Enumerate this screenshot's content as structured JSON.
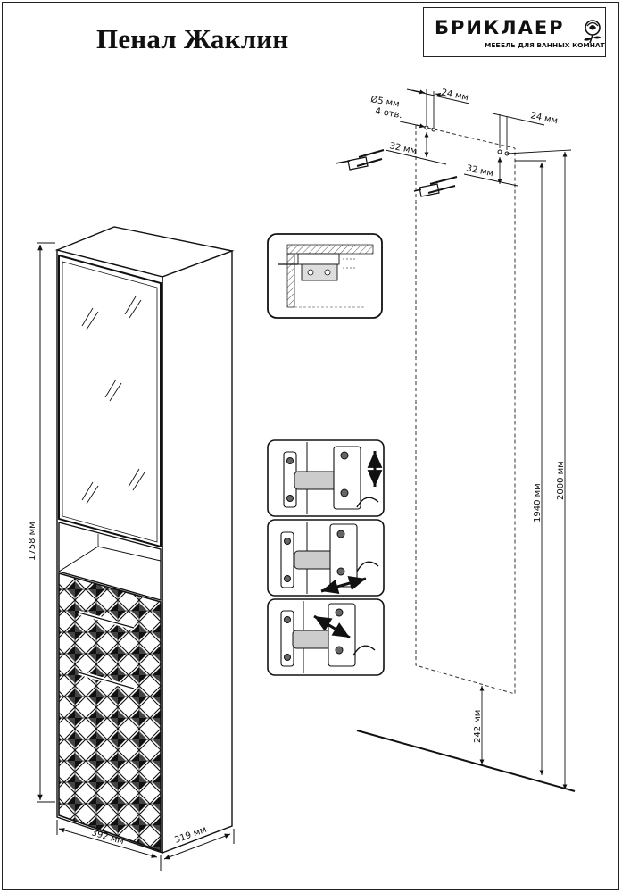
{
  "title": "Пенал Жаклин",
  "logo": {
    "name": "БРИКЛАЕР",
    "tagline": "МЕБЕЛЬ ДЛЯ ВАННЫХ КОМНАТ"
  },
  "dimensions": {
    "height": "1758 мм",
    "width": "392 мм",
    "depth": "319 мм",
    "hole_spacing_top": "24 мм",
    "hole_spacing_right": "24 мм",
    "vertical_left": "32 мм",
    "vertical_right": "32 мм",
    "hole_label_line1": "Ø5 мм",
    "hole_label_line2": "4 отв.",
    "mount_height_1940": "1940 мм",
    "mount_height_2000": "2000 мм",
    "floor_clearance": "242 мм"
  }
}
